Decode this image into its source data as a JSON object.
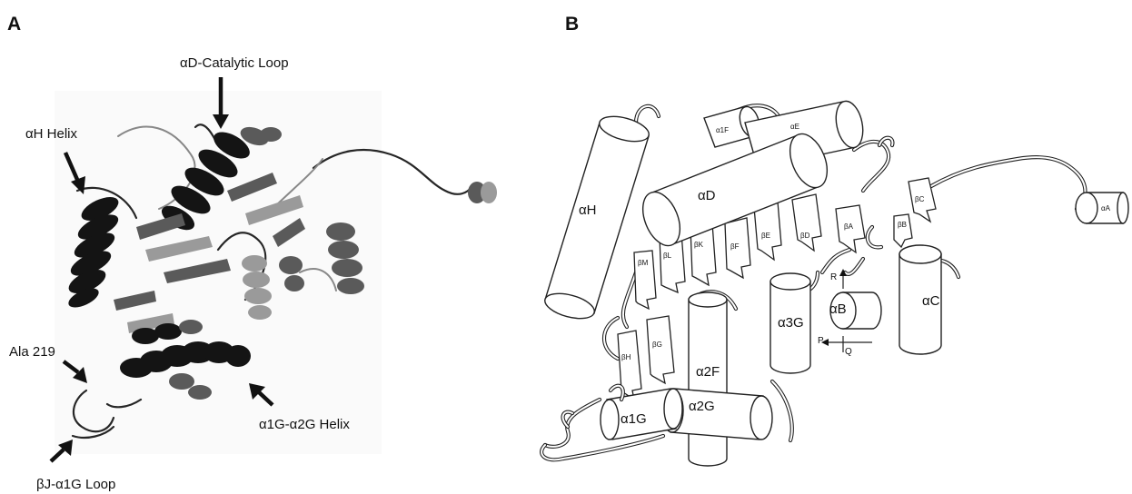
{
  "panels": {
    "a": {
      "letter": "A",
      "annotations": {
        "catalytic_loop": "αD-Catalytic Loop",
        "ah_helix": "αH Helix",
        "ala219": "Ala 219",
        "bj_loop": "βJ-α1G Loop",
        "a1g_a2g": "α1G-α2G Helix"
      }
    },
    "b": {
      "letter": "B",
      "helices": {
        "aH": "αH",
        "aD": "αD",
        "a1F": "α1F",
        "aE": "αE",
        "aA": "αA",
        "aC": "αC",
        "aB": "αB",
        "a3G": "α3G",
        "a2F": "α2F",
        "a1G": "α1G",
        "a2G": "α2G"
      },
      "strands": {
        "bC": "βC",
        "bB": "βB",
        "bA": "βA",
        "bD": "βD",
        "bE": "βE",
        "bF": "βF",
        "bK": "βK",
        "bL": "βL",
        "bM": "βM",
        "bG": "βG",
        "bH": "βH"
      },
      "axes": {
        "r": "R",
        "p": "P",
        "q": "Q"
      }
    }
  },
  "colors": {
    "ribbon_dark": "#141414",
    "ribbon_mid": "#5a5a5a",
    "ribbon_light": "#9a9a9a",
    "line": "#222222",
    "background": "#ffffff"
  }
}
